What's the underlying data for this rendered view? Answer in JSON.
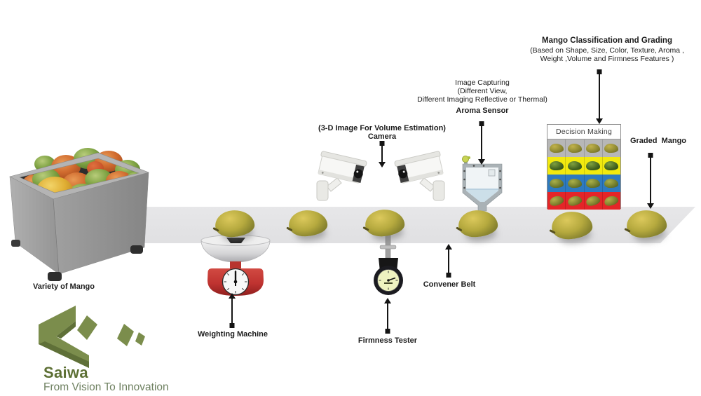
{
  "header": {
    "title": "Mango Classification and Grading",
    "subtitle_line1": "(Based on Shape, Size, Color, Texture, Aroma ,",
    "subtitle_line2": "Weight ,Volume and Firmness Features )"
  },
  "stations": {
    "variety_label": "Variety of Mango",
    "weighting_label": "Weighting Machine",
    "camera_label_line1": "(3-D Image For Volume Estimation)",
    "camera_label_line2": "Camera",
    "firmness_label": "Firmness Tester",
    "belt_label": "Convener Belt",
    "imaging_line1": "Image Capturing",
    "imaging_line2": "(Different View,",
    "imaging_line3": "Different Imaging Reflective or Thermal)",
    "aroma_label": "Aroma Sensor",
    "graded_label": "Graded  Mango"
  },
  "decision": {
    "title": "Decision Making",
    "rows": 4,
    "columns": 4,
    "row_colors": [
      "#b7b7b7",
      "#f2e90f",
      "#2e7ac0",
      "#e52528"
    ]
  },
  "brand": {
    "name": "Saiwa",
    "tagline": "From Vision To Innovation"
  },
  "icons": {
    "bin": "mango-bin-icon",
    "scale": "weighing-scale-icon",
    "camera": "cctv-camera-icon",
    "gauge": "firmness-gauge-icon",
    "sensor": "aroma-sensor-container-icon",
    "logo": "saiwa-logomark"
  },
  "colors": {
    "background": "#ffffff",
    "belt": "#e0e0e2",
    "text": "#1c1c1c",
    "scale-red": "#bf3330",
    "gauge-face": "#eef2c0",
    "brand-green": "#7b8d4c",
    "brand-green-dark": "#5f7038",
    "brand-name": "#5d7034",
    "brand-tagline": "#6e8060"
  }
}
